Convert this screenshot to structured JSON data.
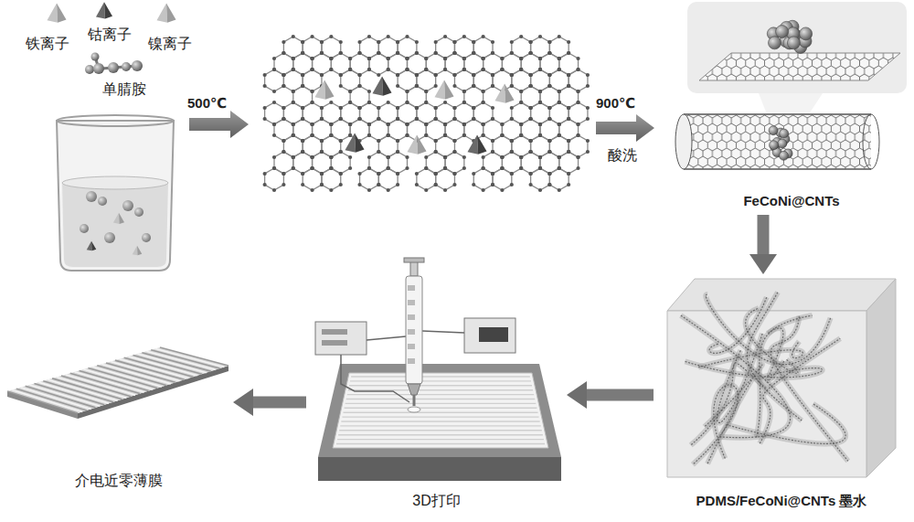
{
  "diagram": {
    "nodes": [
      {
        "text": [
          "铁离子",
          "钴离子",
          "镍离子",
          "单腈胺"
        ]
      },
      {
        "text": [
          "FeCoNi@CNTs"
        ]
      },
      {
        "text": [
          "PDMS/FeCoNi@CNTs 墨水"
        ]
      },
      {
        "text": [
          "3D打印"
        ]
      },
      {
        "text": [
          "介电近零薄膜"
        ]
      }
    ],
    "edges": [
      {
        "from": 1,
        "to": 2,
        "arrow": "to"
      },
      {
        "from": 2,
        "to": 3,
        "arrow": "to"
      },
      {
        "from": 3,
        "to": 4,
        "arrow": "to"
      }
    ],
    "labels": [
      "500℃",
      "900℃",
      "酸洗"
    ]
  }
}
